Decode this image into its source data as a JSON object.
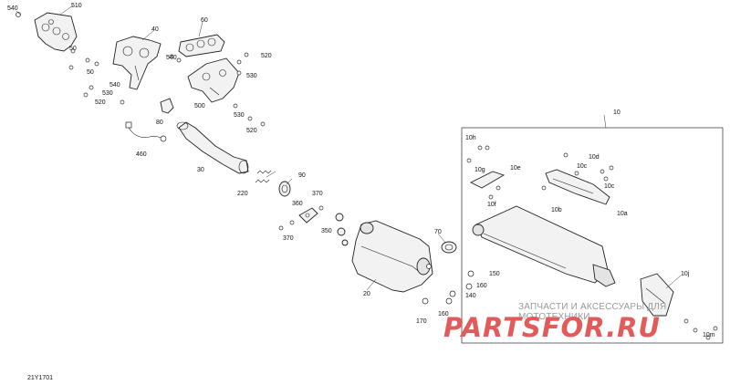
{
  "diagram_code": "21Y1701",
  "watermark": {
    "text": "ЗАПЧАСТИ И АКСЕССУАРЫ ДЛЯ МОТОТЕХНИКИ",
    "logo": "PARTSFOR.RU"
  },
  "callouts": [
    "540",
    "510",
    "40",
    "60",
    "50",
    "50",
    "540",
    "520",
    "530",
    "540",
    "530",
    "520",
    "500",
    "530",
    "520",
    "80",
    "460",
    "30",
    "220",
    "90",
    "370",
    "360",
    "370",
    "350",
    "70",
    "20",
    "150",
    "160",
    "140",
    "170",
    "160",
    "10",
    "10h",
    "10g",
    "10e",
    "10d",
    "10c",
    "10f",
    "10b",
    "10a",
    "10j",
    "10m"
  ],
  "colors": {
    "line": "#222222",
    "logo": "#e25a5a",
    "watermark_text": "#9a9a9a"
  }
}
